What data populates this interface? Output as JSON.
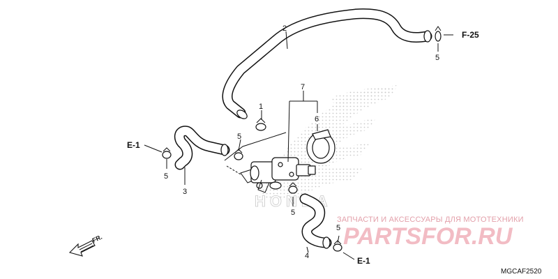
{
  "callouts": {
    "p1": "1",
    "p2": "2",
    "p3": "3",
    "p4": "4",
    "p5a": "5",
    "p5b": "5",
    "p5c": "5",
    "p5d": "5",
    "p5e": "5",
    "p6": "6",
    "p7": "7"
  },
  "refs": {
    "f25": "F-25",
    "e1_left": "E-1",
    "e1_bottom": "E-1"
  },
  "direction_label": "FR.",
  "diagram_code": "MGCAF2520",
  "watermark": {
    "tagline": "ЗАПЧАСТИ И АКСЕССУАРЫ ДЛЯ МОТОТЕХНИКИ",
    "brand": "PARTSFOR.RU",
    "emblem_text": "HONDA"
  },
  "colors": {
    "line": "#111111",
    "emblem_dots": "#c9c9c9",
    "watermark_small": "#e3a0aa",
    "watermark_big": "#f2bcc4"
  }
}
